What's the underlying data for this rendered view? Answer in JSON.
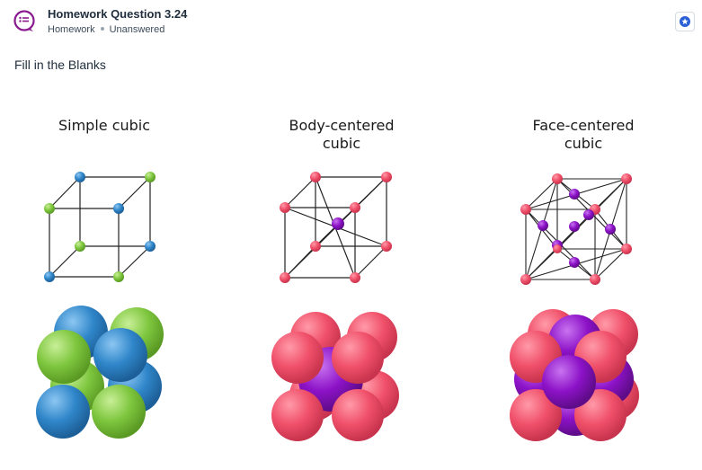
{
  "header": {
    "title": "Homework Question 3.24",
    "category": "Homework",
    "status": "Unanswered",
    "icon": "chat-list-icon",
    "bookmark_icon": "star-badge-icon",
    "accent_color": "#8a1a8f"
  },
  "question": {
    "type_label": "Fill in the Blanks"
  },
  "figure": {
    "panels": [
      {
        "label": "Simple cubic",
        "atom_colors": [
          "#2f86c9",
          "#7ec63e"
        ]
      },
      {
        "label": "Body-centered cubic",
        "atom_colors": [
          "#f0506a",
          "#8c12c7"
        ]
      },
      {
        "label": "Face-centered cubic",
        "atom_colors": [
          "#f0506a",
          "#8c12c7"
        ]
      }
    ]
  }
}
